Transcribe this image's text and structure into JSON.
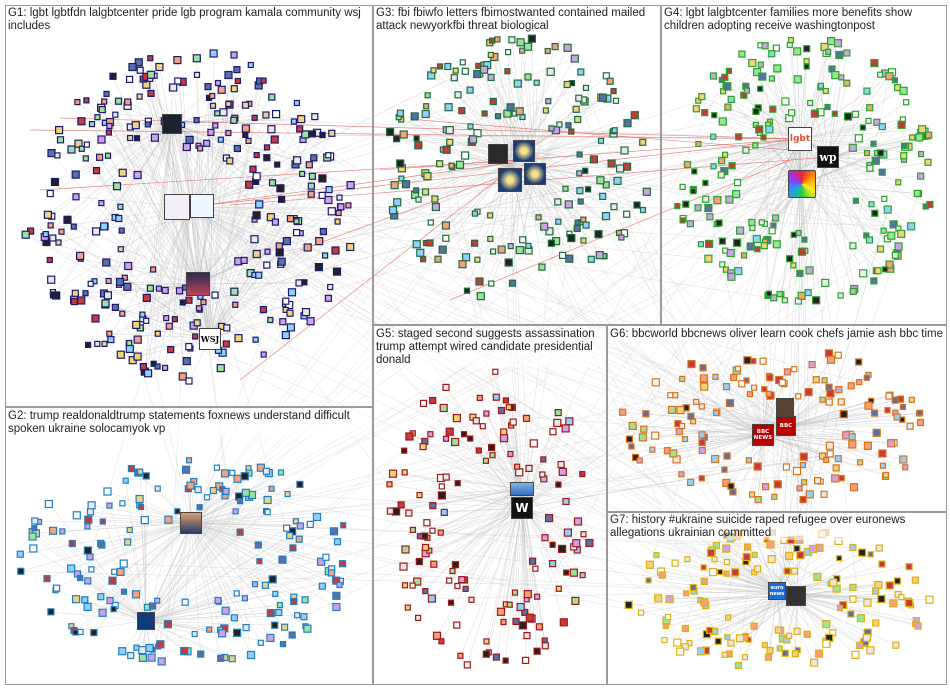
{
  "groups": [
    {
      "id": "G1",
      "label": "G1: lgbt lgbtfdn lalgbtcenter pride lgb program kamala community wsj includes",
      "color": "#1a1a6e"
    },
    {
      "id": "G2",
      "label": "G2: trump realdonaldtrump statements foxnews understand difficult spoken ukraine solocamyok vp",
      "color": "#1f7fc4"
    },
    {
      "id": "G3",
      "label": "G3: fbi fbiwfo letters fbimostwanted contained mailed attack newyorkfbi threat biological",
      "color": "#1e6b3c"
    },
    {
      "id": "G4",
      "label": "G4: lgbt lalgbtcenter families more benefits show children adopting receive washingtonpost",
      "color": "#29a329"
    },
    {
      "id": "G5",
      "label": "G5: staged second suggests assassination trump attempt wired candidate presidential donald",
      "color": "#a01818"
    },
    {
      "id": "G6",
      "label": "G6: bbcworld bbcnews oliver learn cook chefs jamie ash bbc time",
      "color": "#d9731a"
    },
    {
      "id": "G7",
      "label": "G7: history #ukraine suicide raped refugee over euronews allegations ukrainian committed",
      "color": "#e0b010"
    }
  ],
  "hubs": {
    "wsj": "WSJ",
    "wp": "wp",
    "lgbt": "lgbt",
    "bbc1": "BBC NEWS",
    "bbc2": "BBC",
    "euronews": "euro news",
    "wired": "W"
  },
  "colors": {
    "edge": "#bdbdbd",
    "edge_between": "#e06060",
    "box_border": "#9a9a9a"
  }
}
